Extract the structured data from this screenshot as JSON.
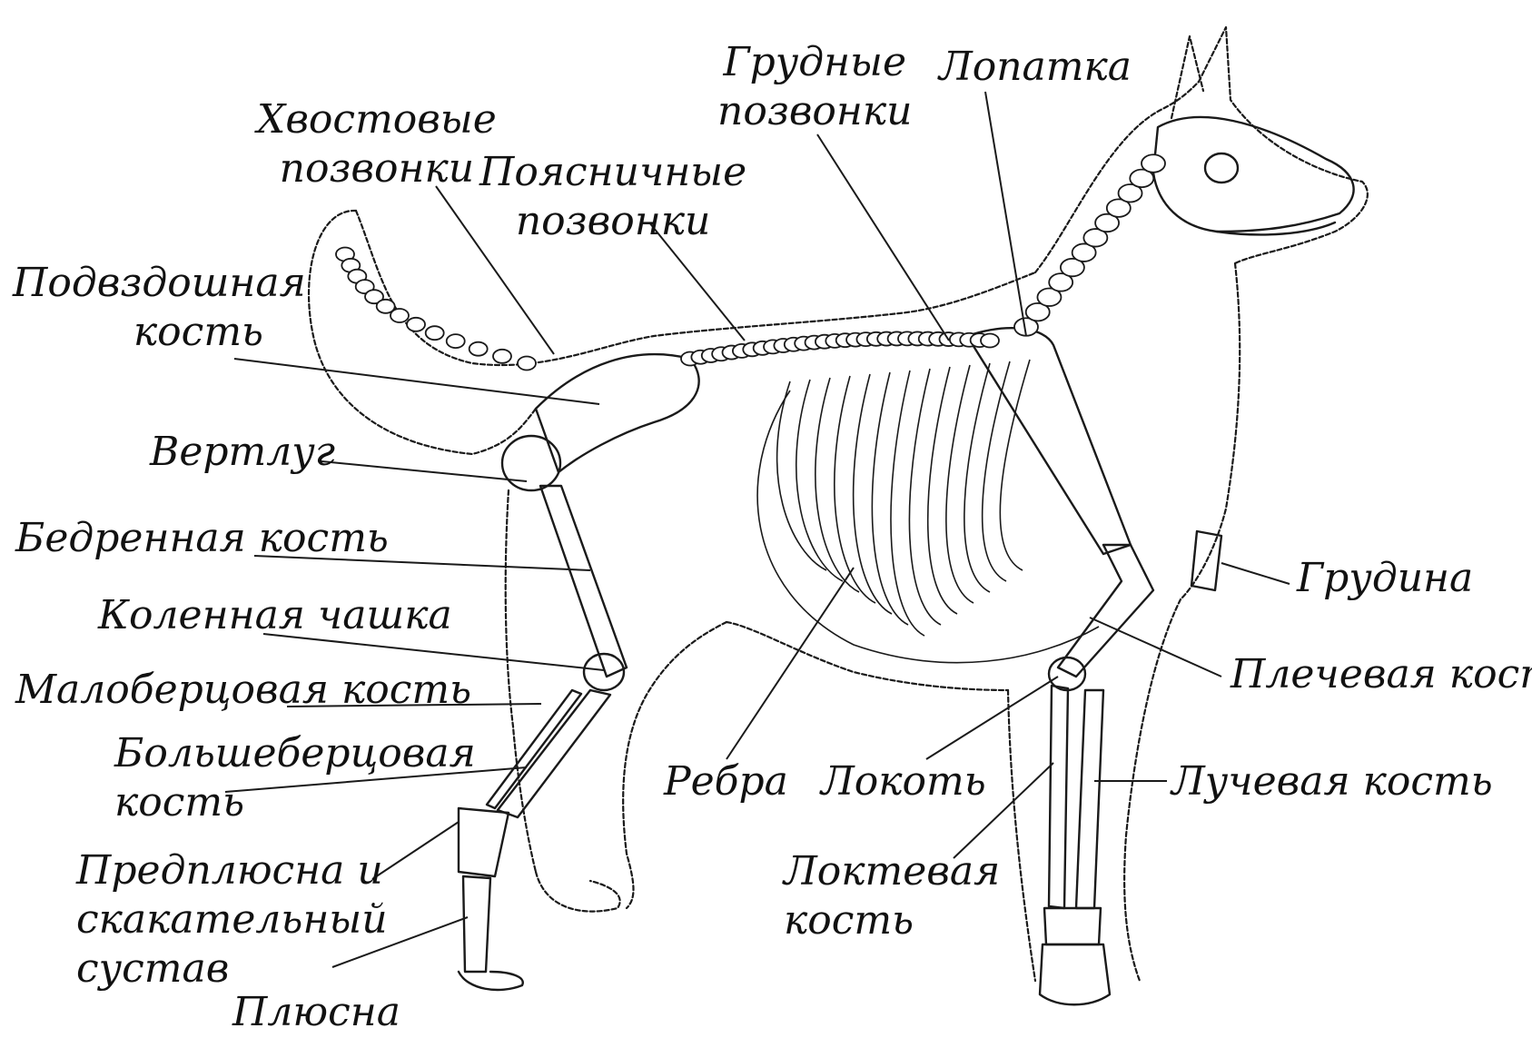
{
  "ink_color": "#1a1a1a",
  "labels": {
    "caudal_vertebrae": [
      "Хвостовые",
      "позвонки"
    ],
    "lumbar_vertebrae": [
      "Поясничные",
      "позвонки"
    ],
    "thoracic_vertebrae": [
      "Грудные",
      "позвонки"
    ],
    "scapula": [
      "Лопатка"
    ],
    "ilium": [
      "Подвздошная",
      "кость"
    ],
    "trochanter": [
      "Вертлуг"
    ],
    "femur": [
      "Бедренная кость"
    ],
    "patella": [
      "Коленная чашка"
    ],
    "fibula": [
      "Малоберцовая кость"
    ],
    "tibia": [
      "Большеберцовая",
      "кость"
    ],
    "tarsus": [
      "Предплюсна и",
      "скакательный",
      "сустав"
    ],
    "metatarsus": [
      "Плюсна"
    ],
    "ribs": [
      "Ребра"
    ],
    "elbow": [
      "Локоть"
    ],
    "ulna": [
      "Локтевая",
      "кость"
    ],
    "sternum": [
      "Грудина"
    ],
    "humerus": [
      "Плечевая кость"
    ],
    "radius": [
      "Лучевая кость"
    ]
  }
}
